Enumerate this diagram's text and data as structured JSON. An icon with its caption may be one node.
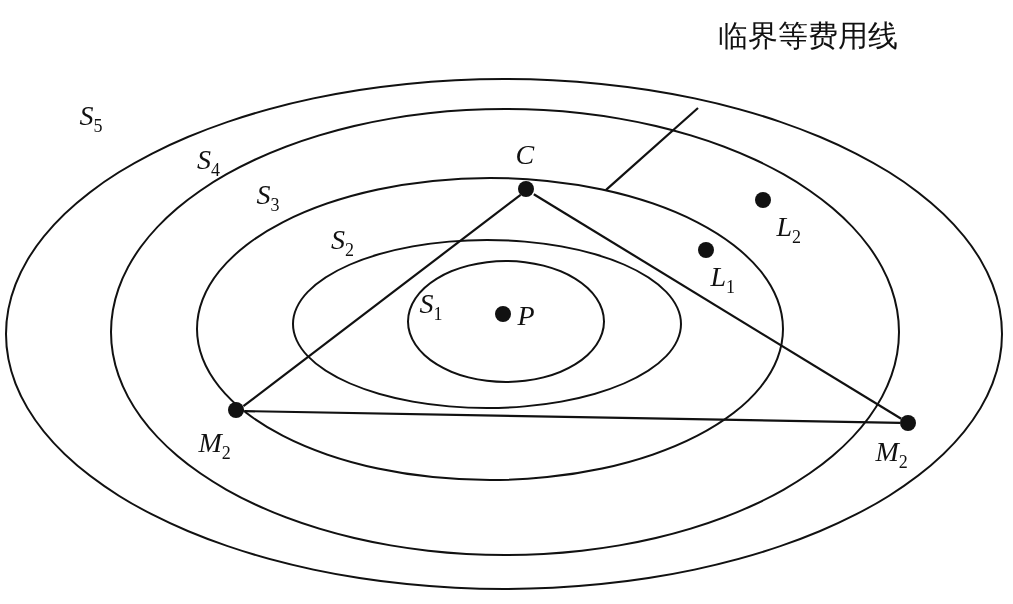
{
  "diagram": {
    "nodes": [
      {
        "text": [
          "S$_{5}$"
        ]
      },
      {
        "text": [
          "S$_{4}$"
        ],
        "in": 0
      },
      {
        "text": [
          "S$_{3}$"
        ],
        "in": 1
      },
      {
        "text": [
          "S$_{2}$"
        ],
        "in": 2
      },
      {
        "text": [
          "S$_{1}$"
        ],
        "in": 3
      },
      {
        "text": [
          "P"
        ],
        "in": 4
      },
      {
        "text": [
          "C"
        ],
        "in": 2
      },
      {
        "text": [
          "M$_{2}$"
        ],
        "in": 2
      },
      {
        "text": [
          "M$_{2}$"
        ],
        "in": 0
      },
      {
        "text": [
          "L$_{1}$"
        ],
        "in": 2
      },
      {
        "text": [
          "L$_{2}$"
        ],
        "in": 2
      },
      {
        "text": [
          "临界等费用线"
        ]
      }
    ],
    "edges": [
      {
        "from": 6,
        "to": 7,
        "arrow": "none"
      },
      {
        "from": 6,
        "to": 8,
        "arrow": "none"
      },
      {
        "from": 7,
        "to": 8,
        "arrow": "none"
      },
      {
        "from": 11,
        "to": 2,
        "arrow": "none"
      }
    ]
  }
}
